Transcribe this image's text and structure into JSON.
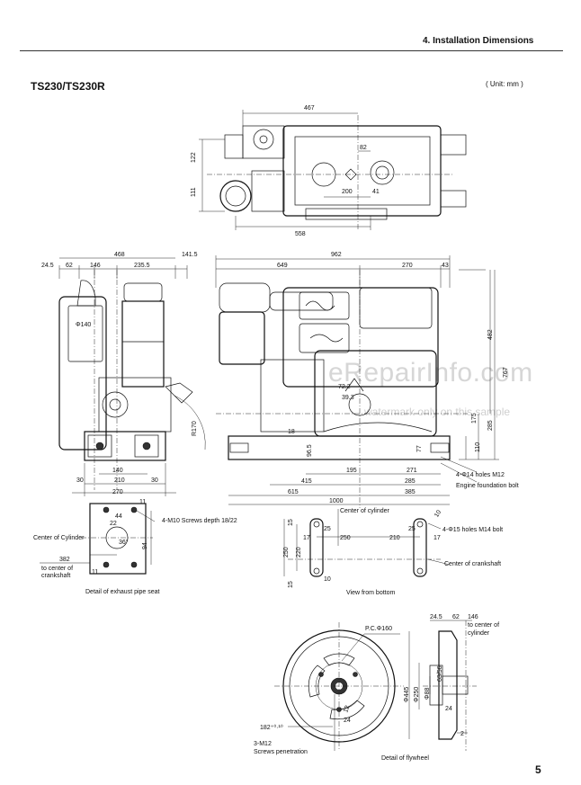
{
  "header": {
    "section_title": "4. Installation Dimensions"
  },
  "model_title": "TS230/TS230R",
  "unit_note": "( Unit: mm )",
  "page_number": "5",
  "watermark": {
    "main": "eRepairInfo.com",
    "sub": "watermark only on this sample"
  },
  "top_view": {
    "dims": {
      "overall_width": "467",
      "v1": "122",
      "v2": "111",
      "h82": "82",
      "h200": "200",
      "h41": "41",
      "bottom": "558"
    }
  },
  "side_view": {
    "dims": {
      "d24_5": "24.5",
      "d62": "62",
      "d146": "146",
      "d468": "468",
      "d235_5": "235.5",
      "d141_5": "141.5",
      "phi140": "Φ140",
      "r170": "R170",
      "d140": "140",
      "d30a": "30",
      "d210": "210",
      "d30b": "30",
      "d270": "270"
    }
  },
  "front_view": {
    "dims": {
      "d962": "962",
      "d649": "649",
      "d270": "270",
      "d43": "43",
      "d482": "482",
      "d767": "767",
      "d72_2": "72.2",
      "d39_3": "39.3",
      "d18": "18",
      "d96_5": "96.5",
      "d77": "77",
      "d175": "175",
      "d285": "285",
      "d110": "110",
      "d195": "195",
      "d271": "271",
      "d415": "415",
      "d285b": "285",
      "d615": "615",
      "d385": "385",
      "d1000": "1000"
    },
    "note_holes": "4-Φ14 holes M12",
    "note_bolt": "Engine foundation bolt"
  },
  "exhaust_detail": {
    "dims": {
      "d11": "11",
      "d44": "44",
      "d22": "22",
      "d36": "36°",
      "d94": "94",
      "d382": "382",
      "d11b": "11"
    },
    "note_screws": "4-M10 Screws depth 18/22",
    "label_center": "Center of Cylinder",
    "note_382": "to center of\ncrankshaft",
    "caption": "Detail of exhaust pipe seat"
  },
  "bottom_view": {
    "dims": {
      "d15a": "15",
      "d25a": "25",
      "d17a": "17",
      "d250": "250",
      "d210": "210",
      "d25b": "25",
      "d17b": "17",
      "d10a": "10",
      "d250v": "250",
      "d220v": "220",
      "d15b": "15",
      "d10b": "10"
    },
    "label_center_cyl": "Center of cylinder",
    "note_holes": "4-Φ15 holes M14 bolt",
    "label_center_crank": "Center of crankshaft",
    "caption": "View from bottom"
  },
  "flywheel_front": {
    "dims": {
      "pcd": "P.C.Φ160",
      "d182": "182⁺⁰·¹⁰",
      "d12": "12",
      "d24": "24"
    },
    "note_screws": "3-M12\nScrews penetration"
  },
  "flywheel_side": {
    "dims": {
      "d24_5": "24.5",
      "d62": "62",
      "d146": "146",
      "phi445": "Φ445",
      "phi250": "Φ250",
      "phi88": "Φ88",
      "d63_56": "63/56",
      "d24": "24",
      "d2": "2"
    },
    "note_146": "to center of\ncylinder",
    "caption": "Detail of flywheel"
  }
}
